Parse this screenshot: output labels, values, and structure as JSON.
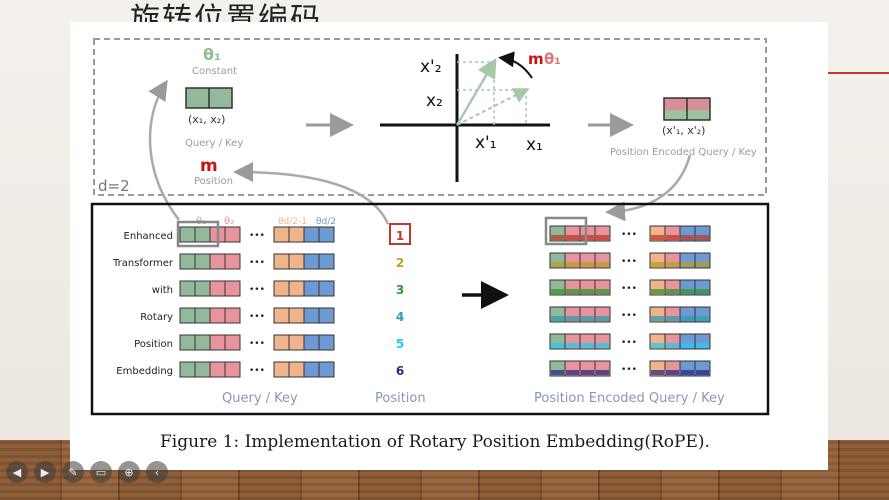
{
  "slide": {
    "title": "旋转位置编码"
  },
  "top": {
    "theta1": "θ₁",
    "constant": "Constant",
    "x_pair": "(x₁, x₂)",
    "query_key": "Query / Key",
    "m": "m",
    "position": "Position",
    "d_label": "d=2",
    "axis_x2p": "x'₂",
    "axis_x2": "x₂",
    "axis_x1p": "x'₁",
    "axis_x1": "x₁",
    "rot_m": "m",
    "rot_theta": "θ₁",
    "encoded_pair": "(x'₁, x'₂)",
    "encoded_label": "Position Encoded Query / Key"
  },
  "bottom": {
    "words": [
      "Enhanced",
      "Transformer",
      "with",
      "Rotary",
      "Position",
      "Embedding"
    ],
    "positions": [
      "1",
      "2",
      "3",
      "4",
      "5",
      "6"
    ],
    "position_colors": [
      "#c0392b",
      "#b8a020",
      "#2f9a2f",
      "#2aa0b0",
      "#22ccee",
      "#2a2a8a"
    ],
    "theta_labels": [
      "θ₁",
      "θ₂",
      "θd/2-1",
      "θd/2"
    ],
    "query_key_label": "Query / Key",
    "position_label": "Position",
    "encoded_label": "Position Encoded Query / Key",
    "dots": "•••"
  },
  "caption": "Figure 1: Implementation of Rotary Position Embedding(RoPE).",
  "colors": {
    "green": "#94b89a",
    "pink": "#e8949c",
    "peach": "#f0b48c",
    "blue": "#6e9ad4"
  }
}
